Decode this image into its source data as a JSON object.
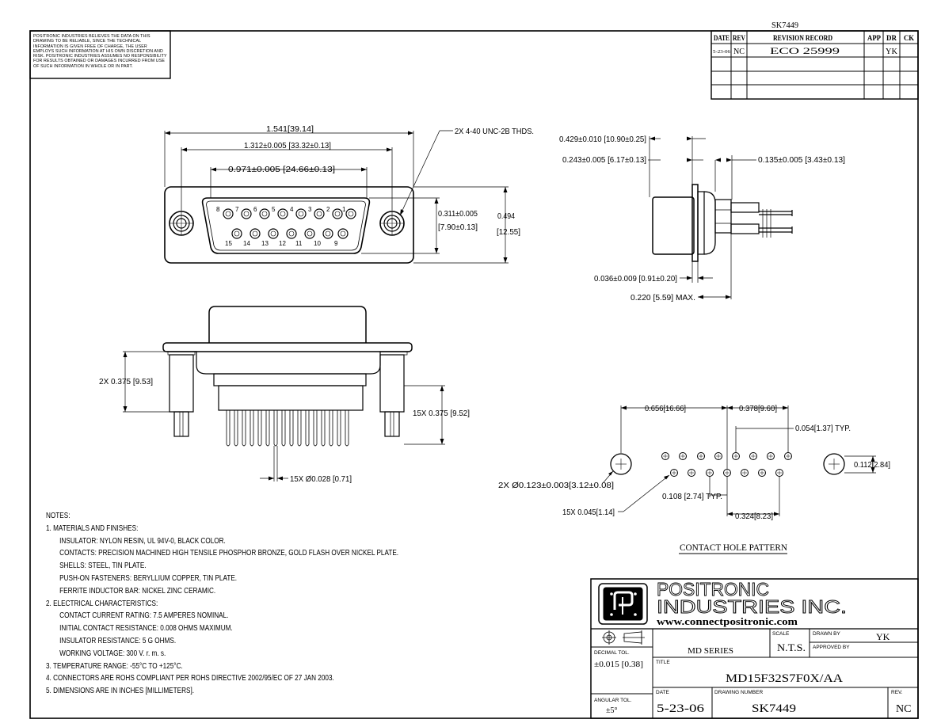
{
  "top_drawing_number": "SK7449",
  "disclaimer": "POSITRONIC INDUSTRIES BELIEVES THE DATA ON THIS DRAWING TO BE RELIABLE, SINCE THE TECHNICAL INFORMATION IS GIVEN FREE OF CHARGE, THE USER EMPLOYS SUCH INFORMATION AT HIS OWN DISCRETION AND RISK. POSITRONIC INDUSTRIES ASSUMES NO RESPONSIBILITY FOR RESULTS OBTAINED OR DAMAGES INCURRED FROM USE OF SUCH INFORMATION IN WHOLE OR IN PART.",
  "revision_table": {
    "headers": [
      "DATE",
      "REV",
      "REVISION RECORD",
      "APP",
      "DR",
      "CK"
    ],
    "rows": [
      {
        "date": "5-23-06",
        "rev": "NC",
        "record": "ECO 25999",
        "app": "",
        "dr": "YK",
        "ck": ""
      }
    ]
  },
  "front_view": {
    "overall": "1.541[39.14]",
    "mount_spacing": "1.312±0.005 [33.32±0.13]",
    "shell_width": "0.971±0.005 [24.66±0.13]",
    "threads": "2X 4-40 UNC-2B THDS.",
    "shell_height_in": "0.311±0.005",
    "shell_height_mm": "[7.90±0.13]",
    "flange_height_in": "0.494",
    "flange_height_mm": "[12.55]",
    "row1_numbers": [
      "8",
      "7",
      "6",
      "5",
      "4",
      "3",
      "2",
      "1"
    ],
    "row2_numbers": [
      "15",
      "14",
      "13",
      "12",
      "11",
      "10",
      "9"
    ]
  },
  "side_view": {
    "dim_a": "0.429±0.010 [10.90±0.25]",
    "dim_b": "0.243±0.005 [6.17±0.13]",
    "dim_c": "0.135±0.005 [3.43±0.13]",
    "dim_d": "0.036±0.009 [0.91±0.20]",
    "dim_e": "0.220 [5.59] MAX."
  },
  "bottom_view": {
    "fastener_len": "2X 0.375 [9.53]",
    "contact_len": "15X 0.375 [9.52]",
    "contact_dia": "15X Ø0.028 [0.71]"
  },
  "hole_pattern": {
    "title": "CONTACT HOLE PATTERN",
    "dim_656": "0.656[16.66]",
    "dim_378": "0.378[9.60]",
    "dim_054": "0.054[1.37] TYP.",
    "dim_112": "0.112[2.84]",
    "dim_mount": "2X Ø0.123±0.003[3.12±0.08]",
    "dim_108": "0.108 [2.74] TYP.",
    "dim_324": "0.324[8.23]",
    "dim_045": "15X 0.045[1.14]"
  },
  "notes": {
    "heading": "NOTES:",
    "lines": [
      {
        "level": 1,
        "text": "1. MATERIALS AND FINISHES:"
      },
      {
        "level": 2,
        "text": "INSULATOR: NYLON RESIN, UL 94V-0, BLACK COLOR."
      },
      {
        "level": 2,
        "text": "CONTACTS: PRECISION MACHINED HIGH TENSILE PHOSPHOR BRONZE, GOLD FLASH OVER NICKEL PLATE."
      },
      {
        "level": 2,
        "text": "SHELLS: STEEL, TIN PLATE."
      },
      {
        "level": 2,
        "text": "PUSH-ON FASTENERS: BERYLLIUM COPPER, TIN PLATE."
      },
      {
        "level": 2,
        "text": "FERRITE INDUCTOR BAR: NICKEL ZINC CERAMIC."
      },
      {
        "level": 1,
        "text": "2. ELECTRICAL CHARACTERISTICS:"
      },
      {
        "level": 2,
        "text": "CONTACT CURRENT RATING: 7.5 AMPERES NOMINAL."
      },
      {
        "level": 2,
        "text": "INITIAL CONTACT RESISTANCE: 0.008 OHMS MAXIMUM."
      },
      {
        "level": 2,
        "text": "INSULATOR RESISTANCE: 5 G OHMS."
      },
      {
        "level": 2,
        "text": "WORKING VOLTAGE: 300 V. r. m. s."
      },
      {
        "level": 1,
        "text": "3. TEMPERATURE RANGE: -55°C TO +125°C."
      },
      {
        "level": 1,
        "text": "4. CONNECTORS ARE ROHS COMPLIANT PER ROHS DIRECTIVE 2002/95/EC OF 27 JAN 2003."
      },
      {
        "level": 1,
        "text": "5. DIMENSIONS ARE IN INCHES [MILLIMETERS]."
      }
    ]
  },
  "title_block": {
    "company_line1": "POSITRONIC",
    "company_line2": "INDUSTRIES INC.",
    "website": "www.connectpositronic.com",
    "scale_label": "SCALE",
    "scale_value": "N.T.S.",
    "drawn_by_label": "DRAWN BY",
    "drawn_by_value": "YK",
    "approved_by_label": "APPROVED BY",
    "series": "MD SERIES",
    "decimal_tol_label": "DECIMAL TOL.",
    "decimal_tol_value": "±0.015 [0.38]",
    "title_label": "TITLE",
    "title_value": "MD15F32S7F0X/AA",
    "angular_tol_label": "ANGULAR TOL.",
    "angular_tol_value": "±5°",
    "date_label": "DATE",
    "date_value": "5-23-06",
    "drawing_number_label": "DRAWING NUMBER",
    "drawing_number_value": "SK7449",
    "rev_label": "REV.",
    "rev_value": "NC"
  }
}
